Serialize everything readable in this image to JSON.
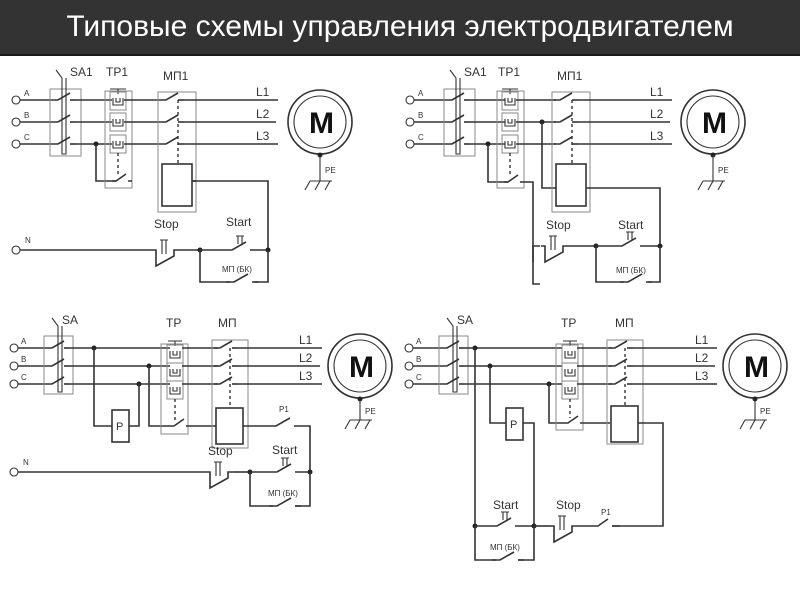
{
  "header": {
    "title": "Типовые схемы управления электродвигателем"
  },
  "diagrams": [
    {
      "id": "top-left",
      "phases": [
        "A",
        "B",
        "C"
      ],
      "switch_label": "SA1",
      "relay_label": "TP1",
      "starter_label": "МП1",
      "lines": [
        "L1",
        "L2",
        "L3"
      ],
      "motor": "M",
      "ground": "PE",
      "neutral": "N",
      "stop": "Stop",
      "start": "Start",
      "aux_contact": "МП (БК)"
    },
    {
      "id": "top-right",
      "phases": [
        "A",
        "B",
        "C"
      ],
      "switch_label": "SA1",
      "relay_label": "TP1",
      "starter_label": "МП1",
      "lines": [
        "L1",
        "L2",
        "L3"
      ],
      "motor": "M",
      "ground": "PE",
      "stop": "Stop",
      "start": "Start",
      "aux_contact": "МП (БК)"
    },
    {
      "id": "bottom-left",
      "phases": [
        "A",
        "B",
        "C"
      ],
      "switch_label": "SA",
      "relay_label": "TP",
      "starter_label": "МП",
      "phase_relay": "P",
      "relay_contact": "P1",
      "lines": [
        "L1",
        "L2",
        "L3"
      ],
      "motor": "M",
      "ground": "PE",
      "neutral": "N",
      "stop": "Stop",
      "start": "Start",
      "aux_contact": "МП (БК)"
    },
    {
      "id": "bottom-right",
      "phases": [
        "A",
        "B",
        "C"
      ],
      "switch_label": "SA",
      "relay_label": "TP",
      "starter_label": "МП",
      "phase_relay": "P",
      "relay_contact": "P1",
      "lines": [
        "L1",
        "L2",
        "L3"
      ],
      "motor": "M",
      "ground": "PE",
      "stop": "Stop",
      "start": "Start",
      "aux_contact": "МП (БК)"
    }
  ]
}
